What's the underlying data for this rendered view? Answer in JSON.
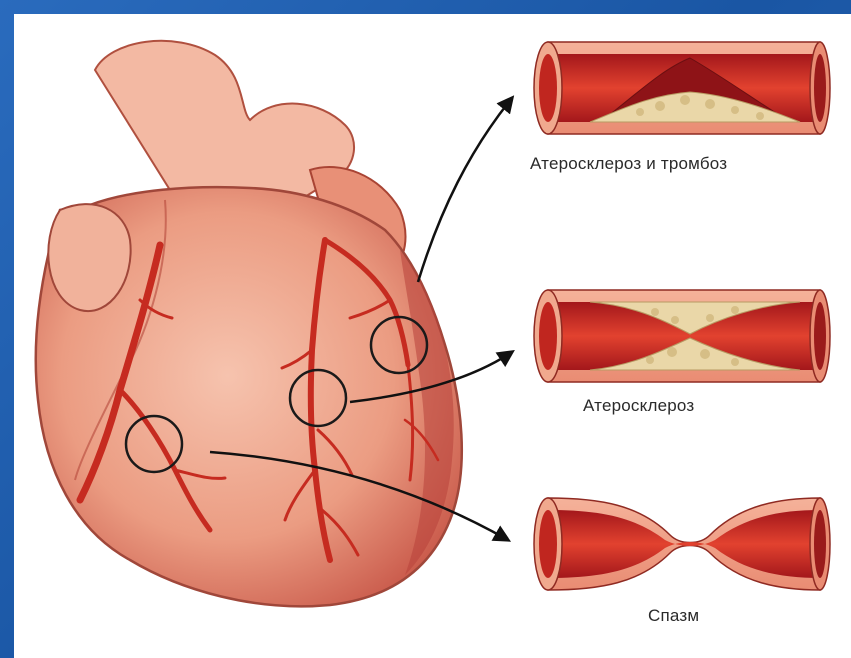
{
  "labels": {
    "thrombosis": "Атеросклероз и тромбоз",
    "atherosclerosis": "Атеросклероз",
    "spasm": "Спазм"
  },
  "colors": {
    "frame": "#1f5fae",
    "vessel": "#d8342a",
    "plaque": "#e9d6a8",
    "heart": "#eaa088"
  }
}
